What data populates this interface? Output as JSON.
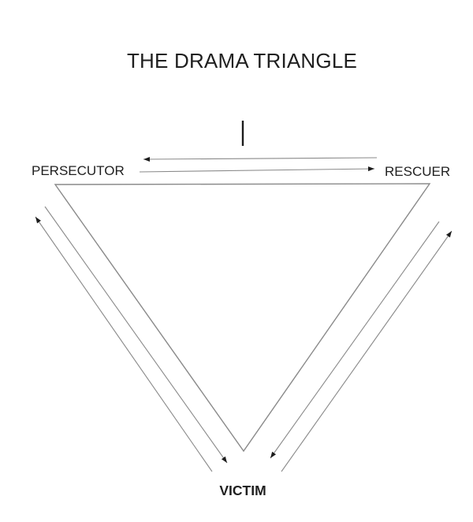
{
  "diagram": {
    "title": "THE DRAMA TRIANGLE",
    "nodes": {
      "persecutor": {
        "label": "PERSECUTOR"
      },
      "rescuer": {
        "label": "RESCUER"
      },
      "victim": {
        "label": "VICTIM"
      }
    },
    "arrows": [
      {
        "id": "rescuer-to-persecutor",
        "from": "RESCUER",
        "to": "PERSECUTOR"
      },
      {
        "id": "persecutor-to-rescuer",
        "from": "PERSECUTOR",
        "to": "RESCUER"
      },
      {
        "id": "victim-to-persecutor",
        "from": "VICTIM",
        "to": "PERSECUTOR"
      },
      {
        "id": "persecutor-to-victim",
        "from": "PERSECUTOR",
        "to": "VICTIM"
      },
      {
        "id": "victim-to-rescuer",
        "from": "VICTIM",
        "to": "RESCUER"
      },
      {
        "id": "rescuer-to-victim",
        "from": "RESCUER",
        "to": "VICTIM"
      }
    ],
    "colors": {
      "background": "#ffffff",
      "line": "#8a8a8a",
      "arrowhead": "#1c1c1c",
      "text": "#1f1f1f"
    }
  }
}
